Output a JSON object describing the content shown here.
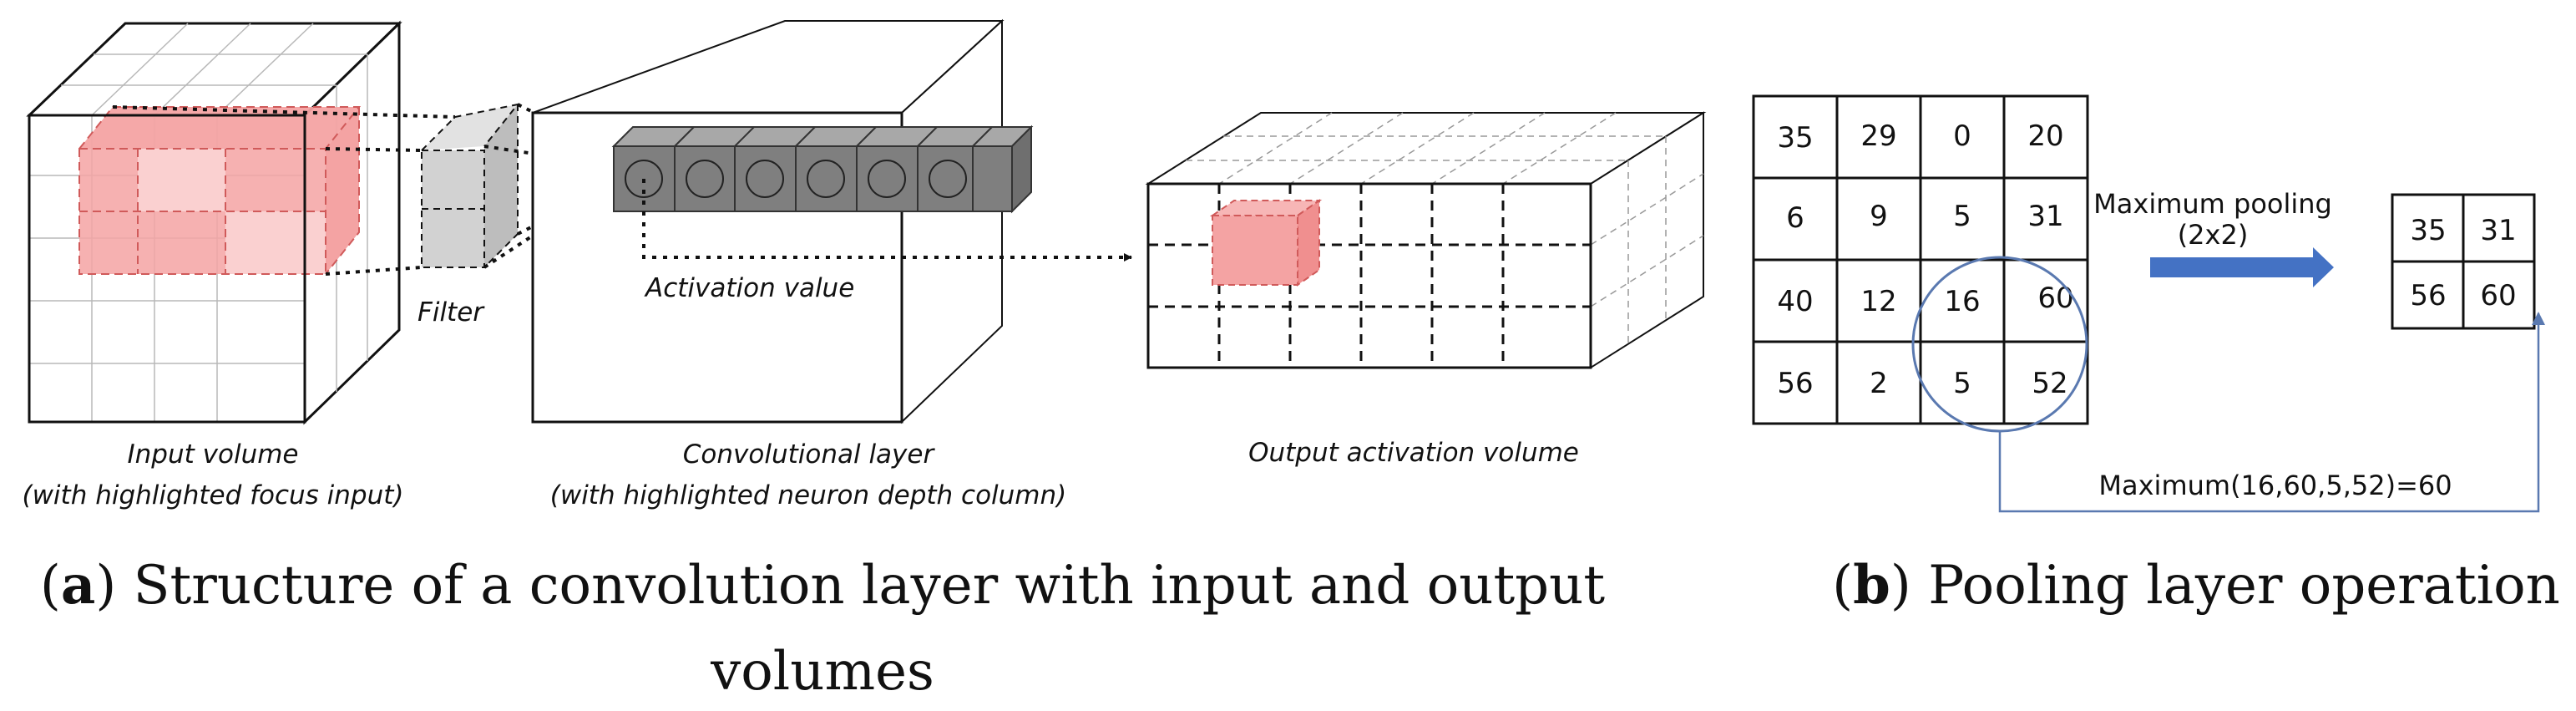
{
  "panel_a": {
    "filter_label": "Filter",
    "activation_label": "Activation value",
    "input_label_1": "Input volume",
    "input_label_2": "(with highlighted focus input)",
    "conv_label_1": "Convolutional layer",
    "conv_label_2": "(with highlighted neuron depth column)",
    "output_label": "Output activation volume",
    "caption_letter": "a",
    "caption_text_1": "Structure of a convolution layer with input and output",
    "caption_text_2": "volumes"
  },
  "panel_b": {
    "input_grid": [
      [
        "35",
        "29",
        "0",
        "20"
      ],
      [
        "6",
        "9",
        "5",
        "31"
      ],
      [
        "40",
        "12",
        "16",
        "60"
      ],
      [
        "56",
        "2",
        "5",
        "52"
      ]
    ],
    "operation_label_1": "Maximum pooling",
    "operation_label_2": "(2x2)",
    "output_grid": [
      [
        "35",
        "31"
      ],
      [
        "56",
        "60"
      ]
    ],
    "formula": "Maximum(16,60,5,52)=60",
    "caption_letter": "b",
    "caption_text": "Pooling layer operation"
  },
  "colors": {
    "highlight_pink": "#f4a3a3",
    "highlight_light": "#fad0d0",
    "neuron_gray": "#7f7f7f",
    "pool_arrow": "#4472c4",
    "circle_blue": "#5a79b0"
  }
}
